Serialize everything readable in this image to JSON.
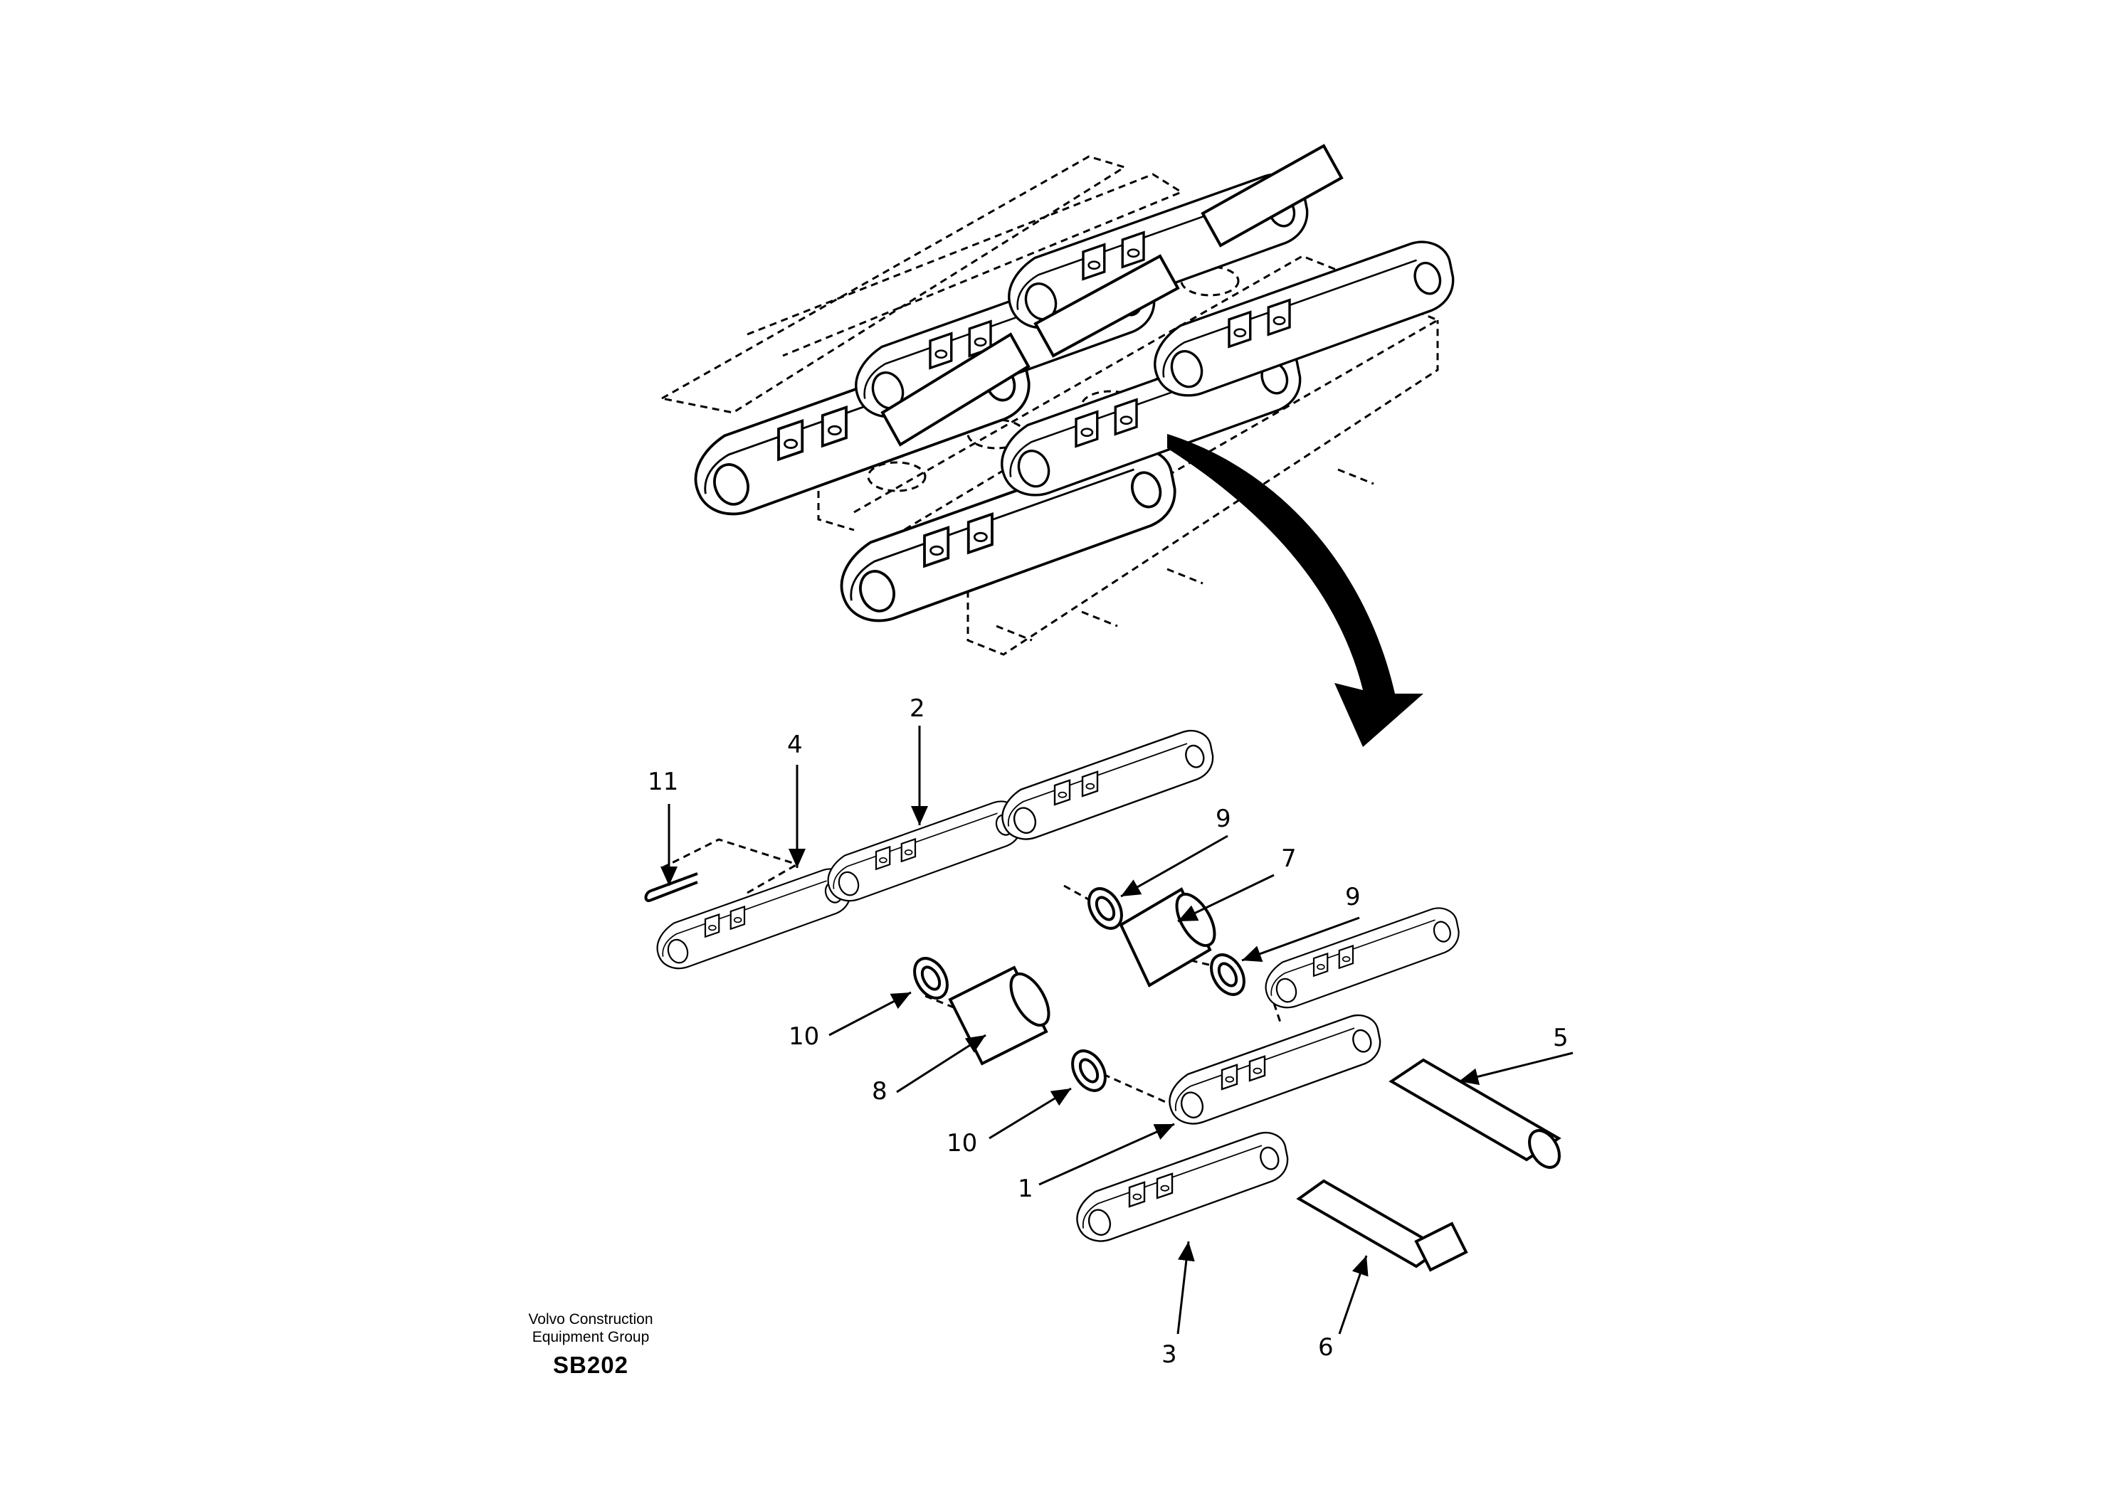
{
  "callouts": [
    {
      "id": "c1",
      "text": "1"
    },
    {
      "id": "c2",
      "text": "2"
    },
    {
      "id": "c3",
      "text": "3"
    },
    {
      "id": "c4",
      "text": "4"
    },
    {
      "id": "c5",
      "text": "5"
    },
    {
      "id": "c6",
      "text": "6"
    },
    {
      "id": "c7",
      "text": "7"
    },
    {
      "id": "c8",
      "text": "8"
    },
    {
      "id": "c9a",
      "text": "9"
    },
    {
      "id": "c9b",
      "text": "9"
    },
    {
      "id": "c10a",
      "text": "10"
    },
    {
      "id": "c10b",
      "text": "10"
    },
    {
      "id": "c11",
      "text": "11"
    }
  ],
  "caption": {
    "line1": "Volvo Construction",
    "line2": "Equipment Group",
    "code": "SB202"
  }
}
